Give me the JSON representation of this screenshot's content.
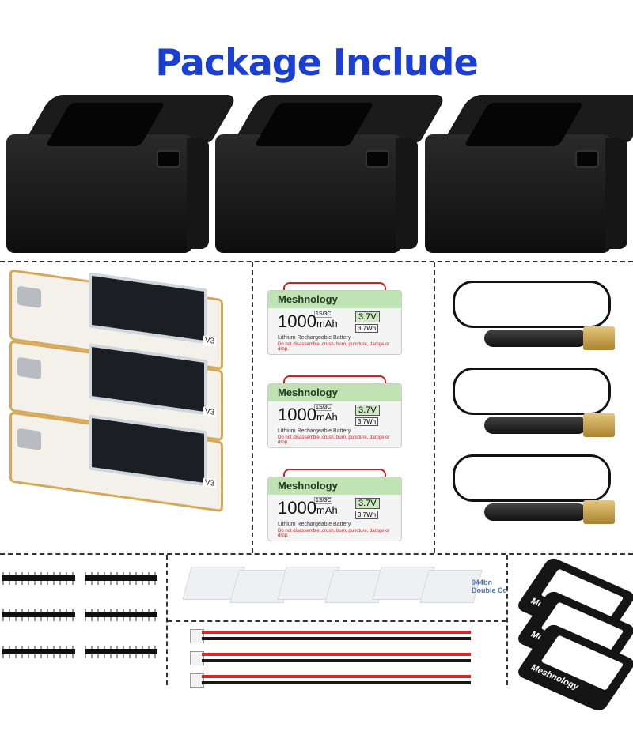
{
  "title": "Package Include",
  "colors": {
    "title": "#1c3fd3"
  },
  "cases": [
    {
      "name": "case-1"
    },
    {
      "name": "case-2"
    },
    {
      "name": "case-3"
    }
  ],
  "boards": [
    {
      "version": "V3"
    },
    {
      "version": "V3"
    },
    {
      "version": "V3"
    }
  ],
  "batteries": [
    {
      "brand": "Meshnology",
      "capacity": "1000",
      "unit": "mAh",
      "rating": "1S/3C",
      "voltage": "3.7V",
      "energy": "3.7Wh",
      "desc": "Lithium Rechargeable Battery",
      "warning": "Do not disassemble ,crush, burn, puncture, damge or drop."
    },
    {
      "brand": "Meshnology",
      "capacity": "1000",
      "unit": "mAh",
      "rating": "1S/3C",
      "voltage": "3.7V",
      "energy": "3.7Wh",
      "desc": "Lithium Rechargeable Battery",
      "warning": "Do not disassemble ,crush, burn, puncture, damge or drop."
    },
    {
      "brand": "Meshnology",
      "capacity": "1000",
      "unit": "mAh",
      "rating": "1S/3C",
      "voltage": "3.7V",
      "energy": "3.7Wh",
      "desc": "Lithium Rechargeable Battery",
      "warning": "Do not disassemble ,crush, burn, puncture, damge or drop."
    }
  ],
  "tape": {
    "line1": "944bn",
    "line2": "Double Co"
  },
  "frames": [
    {
      "label": "Meshnology"
    },
    {
      "label": "Meshnology"
    },
    {
      "label": "Meshnology"
    }
  ]
}
